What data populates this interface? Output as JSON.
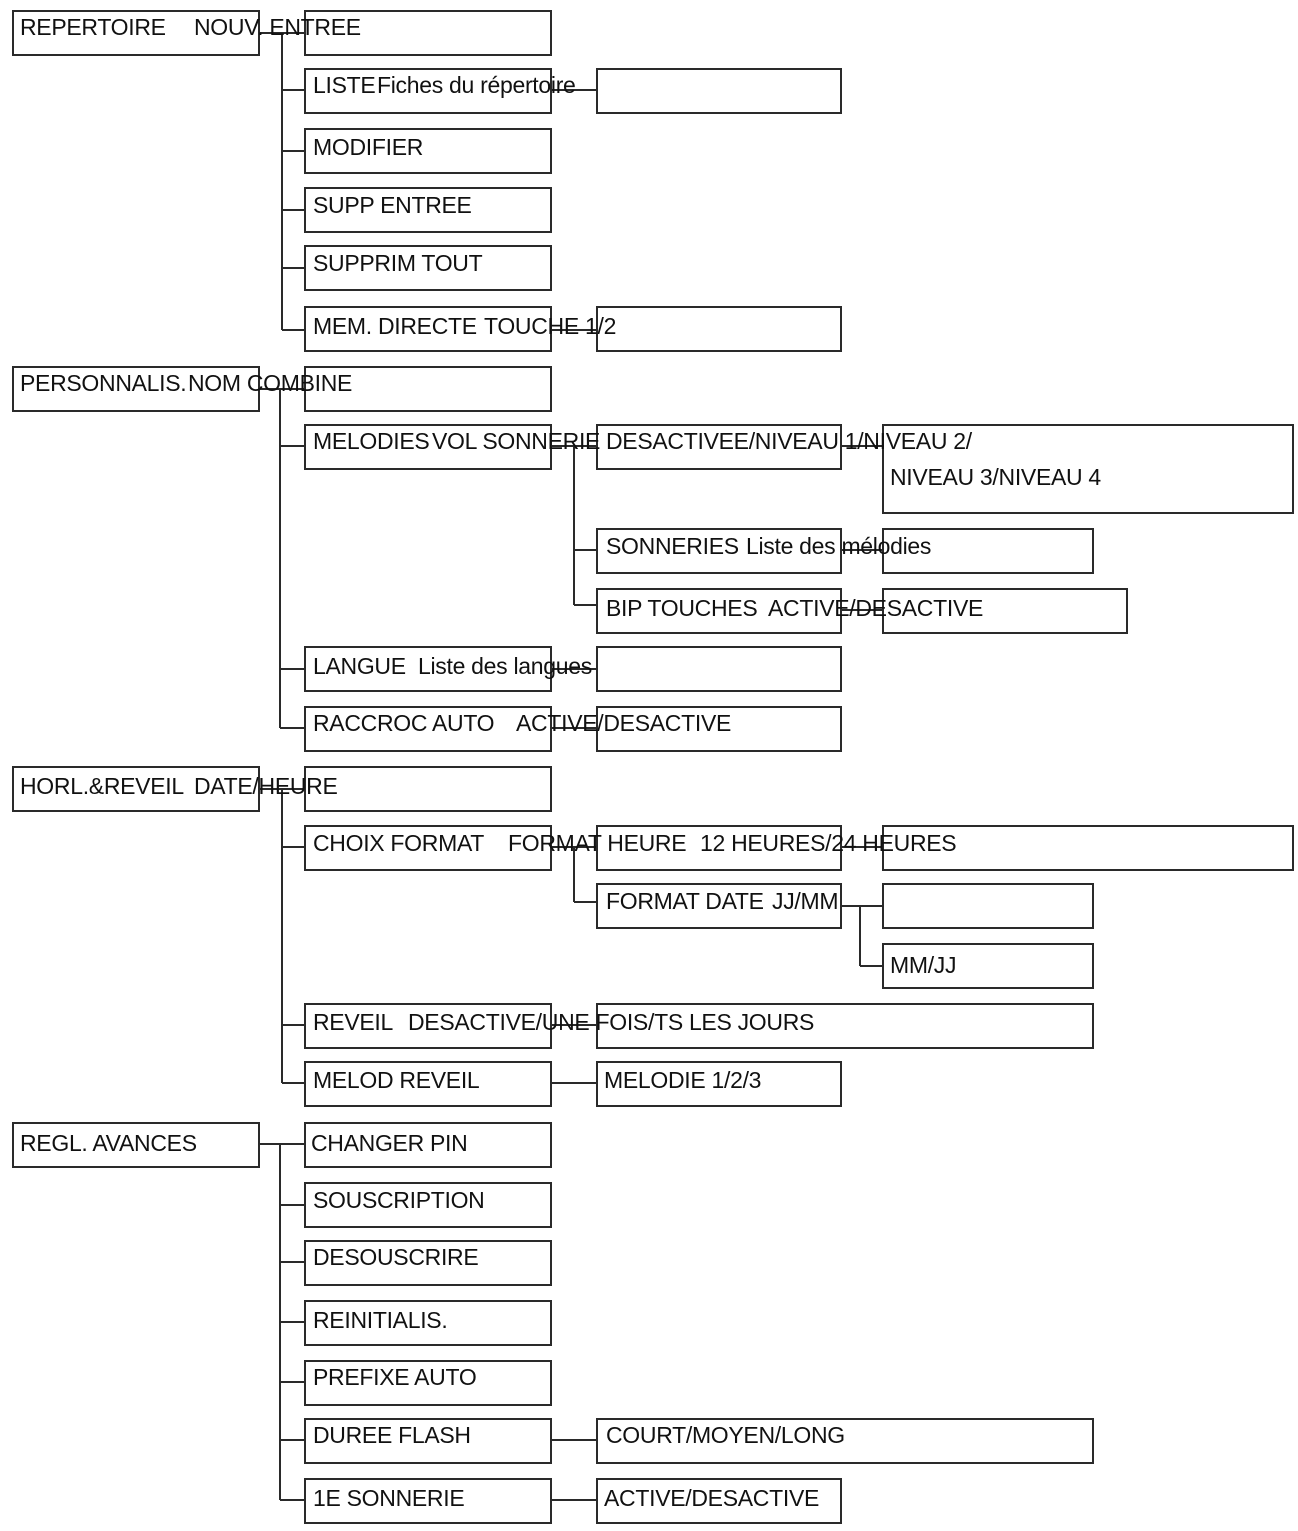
{
  "menu": {
    "repertoire": {
      "root": "REPERTOIRE",
      "nouv_entree": "NOUV. ENTREE",
      "liste": "LISTE",
      "fiches": "Fiches du répertoire",
      "modifier": "MODIFIER",
      "supp_entree": "SUPP ENTREE",
      "supprim_tout": "SUPPRIM TOUT",
      "mem_directe": "MEM. DIRECTE",
      "touche": "TOUCHE 1/2"
    },
    "personnalis": {
      "root": "PERSONNALIS.",
      "nom_combine": "NOM COMBINE",
      "melodies": "MELODIES",
      "vol_sonnerie": "VOL SONNERIE",
      "vol_niveaux_1": "DESACTIVEE/NIVEAU 1/NIVEAU 2/",
      "vol_niveaux_2": "NIVEAU 3/NIVEAU 4",
      "sonneries": "SONNERIES",
      "liste_melodies": "Liste des mélodies",
      "bip_touches": "BIP TOUCHES",
      "bip_options": "ACTIVE/DESACTIVE",
      "langue": "LANGUE",
      "liste_langues": "Liste des langues",
      "raccroc_auto": "RACCROC AUTO",
      "raccroc_options": "ACTIVE/DESACTIVE"
    },
    "horloge": {
      "root": "HORL.&REVEIL",
      "date_heure": "DATE/HEURE",
      "choix_format": "CHOIX FORMAT",
      "format_heure": "FORMAT HEURE",
      "heure_options": "12 HEURES/24 HEURES",
      "format_date": "FORMAT DATE",
      "jj_mm": "JJ/MM",
      "mm_jj": "MM/JJ",
      "reveil": "REVEIL",
      "reveil_options": "DESACTIVE/UNE FOIS/TS LES JOURS",
      "melod_reveil": "MELOD REVEIL",
      "melodie_options": "MELODIE 1/2/3"
    },
    "regl_avances": {
      "root": "REGL. AVANCES",
      "changer_pin": "CHANGER PIN",
      "souscription": "SOUSCRIPTION",
      "desouscrire": "DESOUSCRIRE",
      "reinitialis": "REINITIALIS.",
      "prefixe_auto": "PREFIXE AUTO",
      "duree_flash": "DUREE FLASH",
      "flash_options": "COURT/MOYEN/LONG",
      "premiere_sonnerie": "1E SONNERIE",
      "sonnerie_options": "ACTIVE/DESACTIVE"
    }
  },
  "colors": {
    "line": "#2a2a2a",
    "text": "#111111",
    "background": "#ffffff"
  }
}
